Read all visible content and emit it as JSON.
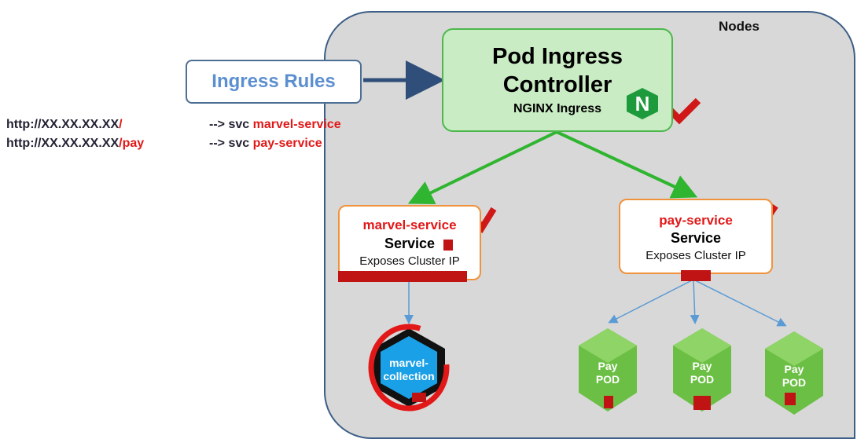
{
  "nodes_label": "Nodes",
  "ingress_rules_label": "Ingress Rules",
  "routes": [
    {
      "host": "http://XX.XX.XX.XX",
      "path": "/",
      "arrow": "--> svc",
      "service": "marvel-service"
    },
    {
      "host": "http://XX.XX.XX.XX",
      "path": "/pay",
      "arrow": "--> svc",
      "service": "pay-service"
    }
  ],
  "controller": {
    "line1": "Pod Ingress",
    "line2": "Controller",
    "subtitle": "NGINX Ingress",
    "badge_letter": "N"
  },
  "services": {
    "marvel": {
      "name": "marvel-service",
      "kind": "Service",
      "exposes": "Exposes Cluster IP"
    },
    "pay": {
      "name": "pay-service",
      "kind": "Service",
      "exposes": "Exposes Cluster IP"
    }
  },
  "pods": {
    "marvel": {
      "line1": "marvel-",
      "line2": "collection"
    },
    "pay": [
      {
        "line1": "Pay",
        "line2": "POD"
      },
      {
        "line1": "Pay",
        "line2": "POD"
      },
      {
        "line1": "Pay",
        "line2": "POD"
      }
    ]
  },
  "colors": {
    "controller_fill": "#c9ecc4",
    "controller_border": "#4cb84c",
    "service_border": "#f0923c",
    "highlight_red": "#e21818",
    "pod_green": "#6cbf45",
    "nodes_fill": "#d8d8d8",
    "arrow_green": "#2fb52f",
    "arrow_blue": "#5b9bd5",
    "rules_text": "#5b8fd0"
  }
}
